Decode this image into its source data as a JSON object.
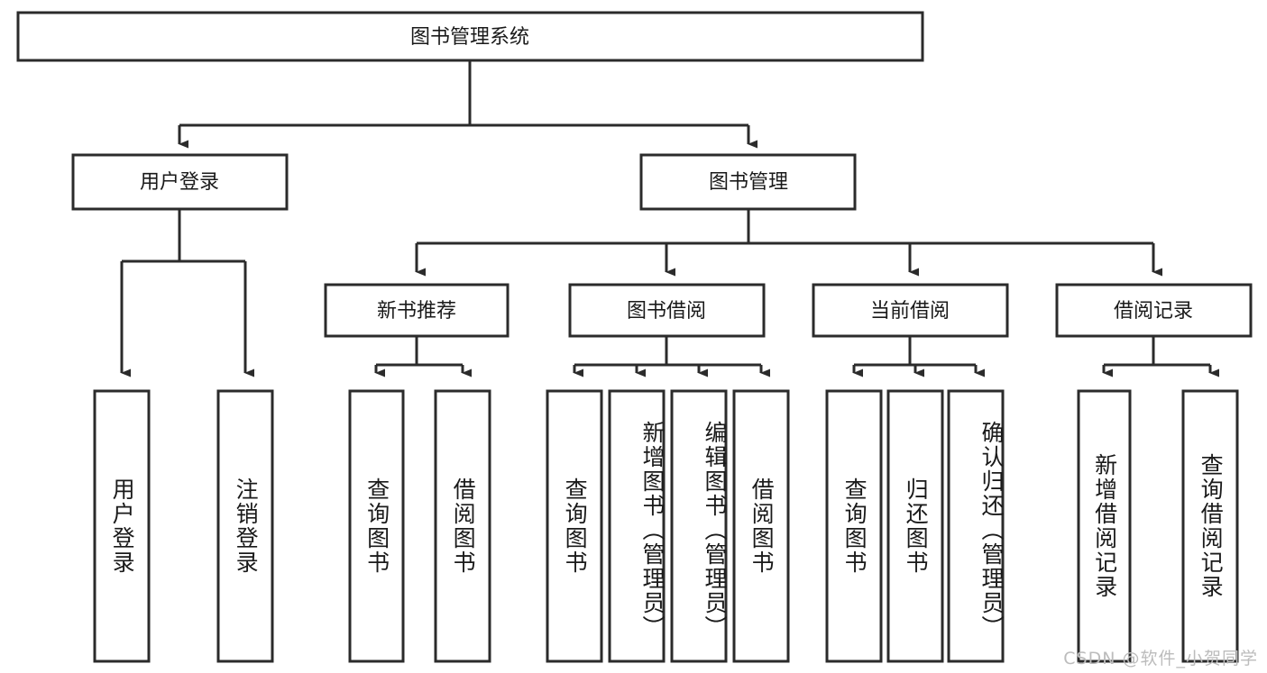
{
  "diagram": {
    "title": "图书管理系统",
    "type": "hierarchy-tree",
    "root": {
      "id": "root",
      "label": "图书管理系统"
    },
    "level2": [
      {
        "id": "user-login",
        "label": "用户登录"
      },
      {
        "id": "book-manage",
        "label": "图书管理"
      }
    ],
    "level3": [
      {
        "id": "new-book-rec",
        "label": "新书推荐"
      },
      {
        "id": "book-borrow",
        "label": "图书借阅"
      },
      {
        "id": "current-borrow",
        "label": "当前借阅"
      },
      {
        "id": "borrow-record",
        "label": "借阅记录"
      }
    ],
    "leaves": [
      {
        "id": "leaf-user-login",
        "label": "用户登录",
        "parent": "user-login"
      },
      {
        "id": "leaf-logout-login",
        "label": "注销登录",
        "parent": "user-login"
      },
      {
        "id": "leaf-query-book-1",
        "label": "查询图书",
        "parent": "new-book-rec"
      },
      {
        "id": "leaf-borrow-book-1",
        "label": "借阅图书",
        "parent": "new-book-rec"
      },
      {
        "id": "leaf-query-book-2",
        "label": "查询图书",
        "parent": "book-borrow"
      },
      {
        "id": "leaf-add-book",
        "label": "新增图书（管理员）",
        "parent": "book-borrow"
      },
      {
        "id": "leaf-edit-book",
        "label": "编辑图书（管理员）",
        "parent": "book-borrow"
      },
      {
        "id": "leaf-borrow-book-2",
        "label": "借阅图书",
        "parent": "book-borrow"
      },
      {
        "id": "leaf-query-book-3",
        "label": "查询图书",
        "parent": "current-borrow"
      },
      {
        "id": "leaf-return-book",
        "label": "归还图书",
        "parent": "current-borrow"
      },
      {
        "id": "leaf-confirm-return",
        "label": "确认归还（管理员）",
        "parent": "current-borrow"
      },
      {
        "id": "leaf-add-record",
        "label": "新增借阅记录",
        "parent": "borrow-record"
      },
      {
        "id": "leaf-query-record",
        "label": "查询借阅记录",
        "parent": "borrow-record"
      }
    ]
  },
  "watermark": {
    "text": "CSDN @软件_小贺同学"
  },
  "colors": {
    "stroke": "#2b2b2b",
    "fill": "#ffffff",
    "text": "#1a1a1a",
    "watermark": "#bcbcbc"
  }
}
